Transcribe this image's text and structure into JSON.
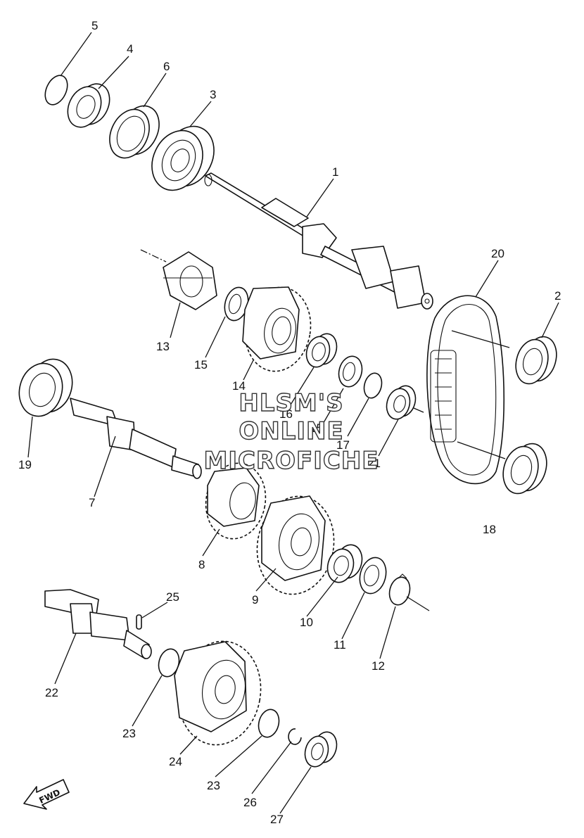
{
  "callouts": {
    "c1": "1",
    "c2": "2",
    "c3": "3",
    "c4": "4",
    "c5": "5",
    "c6": "6",
    "c7": "7",
    "c8": "8",
    "c9": "9",
    "c10": "10",
    "c11": "11",
    "c12": "12",
    "c13": "13",
    "c14": "14",
    "c15a": "15",
    "c15b": "15",
    "c16": "16",
    "c17": "17",
    "c18": "18",
    "c19": "19",
    "c20": "20",
    "c21": "21",
    "c22": "22",
    "c23a": "23",
    "c23b": "23",
    "c24": "24",
    "c25": "25",
    "c26": "26",
    "c27": "27"
  },
  "watermark": {
    "line1": "HLSM'S",
    "line2": "ONLINE",
    "line3": "MICROFICHE"
  },
  "fwd": {
    "label": "FWD",
    "icon": "fwd-arrow-icon"
  }
}
